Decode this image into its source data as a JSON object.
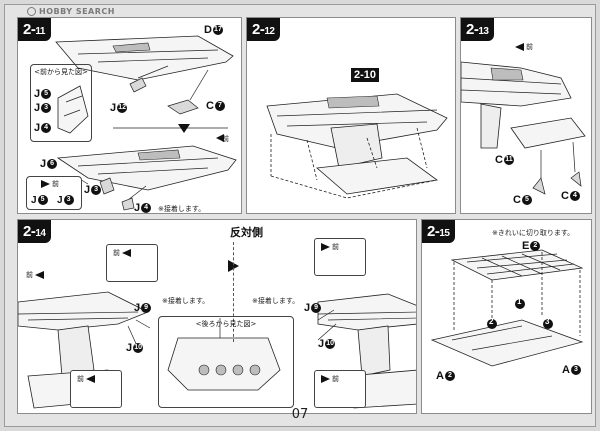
{
  "watermark": "HOBBY SEARCH",
  "page_number": "07",
  "steps": {
    "s2_11": {
      "main": "2-",
      "sub": "11",
      "labels": {
        "D": "D",
        "D_num": "17",
        "J12": "J",
        "J12_num": "12",
        "C7": "C",
        "C7_num": "7",
        "J5a": "J",
        "J5a_num": "5",
        "J3a": "J",
        "J3a_num": "3",
        "J4a": "J",
        "J4a_num": "4",
        "J6": "J",
        "J6_num": "6",
        "J3b": "J",
        "J3b_num": "3",
        "J4b": "J",
        "J4b_num": "4",
        "J5b": "J",
        "J5b_num": "5",
        "J3c": "J",
        "J3c_num": "3"
      },
      "inset_title": "<前から見た図>",
      "front": "前",
      "glue_note": "※接着します。"
    },
    "s2_12": {
      "main": "2-",
      "sub": "12",
      "label": "2-10"
    },
    "s2_13": {
      "main": "2-",
      "sub": "13",
      "front": "前",
      "labels": {
        "C11": "C",
        "C11_num": "11",
        "C5": "C",
        "C5_num": "5",
        "C4": "C",
        "C4_num": "4"
      }
    },
    "s2_14": {
      "main": "2-",
      "sub": "14",
      "opposite": "反対側",
      "front": "前",
      "glue_note_left": "※接着します。",
      "glue_note_right": "※接着します。",
      "inset_title": "<後ろから見た図>",
      "labels": {
        "J9a": "J",
        "J9a_num": "9",
        "J10a": "J",
        "J10a_num": "10",
        "J9b": "J",
        "J9b_num": "9",
        "J10b": "J",
        "J10b_num": "10"
      }
    },
    "s2_15": {
      "main": "2-",
      "sub": "15",
      "note": "※きれいに切り取ります。",
      "labels": {
        "E2": "E",
        "E2_num": "2",
        "A2": "A",
        "A2_num": "2",
        "A3": "A",
        "A3_num": "3"
      },
      "markers": [
        "1",
        "2",
        "3"
      ]
    }
  }
}
